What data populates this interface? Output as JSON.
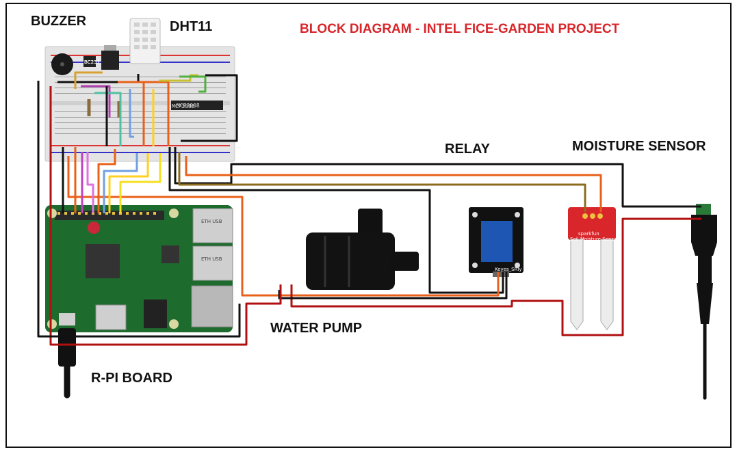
{
  "title": "BLOCK DIAGRAM - INTEL FICE-GARDEN PROJECT",
  "colors": {
    "title": "#d8262b",
    "board": "#1e6b2e",
    "breadboard": "#e6e6e6",
    "relay": "#1d56b3",
    "sensor": "#d8262b",
    "pump": "#111111"
  },
  "labels": {
    "buzzer": "BUZZER",
    "dht11": "DHT11",
    "relay": "RELAY",
    "moisture": "MOISTURE SENSOR",
    "pump": "WATER PUMP",
    "rpi": "R-PI BOARD"
  },
  "parts": {
    "chip": "MCP3008",
    "regulator": "BC237",
    "sensor_brand": "sparkfun",
    "sensor_name": "Soil Moisture Sensor",
    "relay_brand": "Keyes_SRly",
    "usb1": "ETH USB",
    "usb2": "ETH USB"
  }
}
